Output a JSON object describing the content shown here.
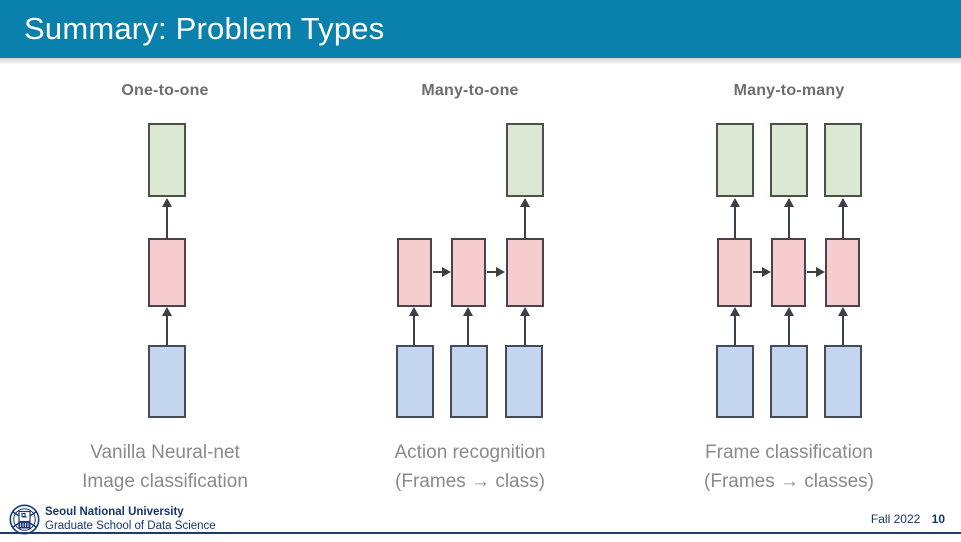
{
  "slide": {
    "title": "Summary: Problem Types",
    "title_band_color": "#0a80ad",
    "background_color": "#ffffff"
  },
  "columns": [
    {
      "id": "one-to-one",
      "heading": "One-to-one",
      "caption_line1": "Vanilla Neural-net",
      "caption_line2": "Image classification",
      "timesteps": 1,
      "output_nodes": 1,
      "has_recurrent_links": false
    },
    {
      "id": "many-to-one",
      "heading": "Many-to-one",
      "caption_line1": "Action recognition",
      "caption_line2": "(Frames → class)",
      "timesteps": 3,
      "output_nodes": 1,
      "has_recurrent_links": true
    },
    {
      "id": "many-to-many",
      "heading": "Many-to-many",
      "caption_line1": "Frame classification",
      "caption_line2": "(Frames → classes)",
      "timesteps": 3,
      "output_nodes": 3,
      "has_recurrent_links": true
    }
  ],
  "legend_colors": {
    "input_node": "#c3d5ef",
    "hidden_node": "#f6ccce",
    "output_node": "#dbe8d3",
    "stroke": "#3b3f46"
  },
  "footer": {
    "logo_icon": "snu-crest-icon",
    "university": "Seoul National University",
    "department": "Graduate School of Data Science",
    "term": "Fall 2022",
    "page_number": "10",
    "accent_color": "#17366b"
  }
}
